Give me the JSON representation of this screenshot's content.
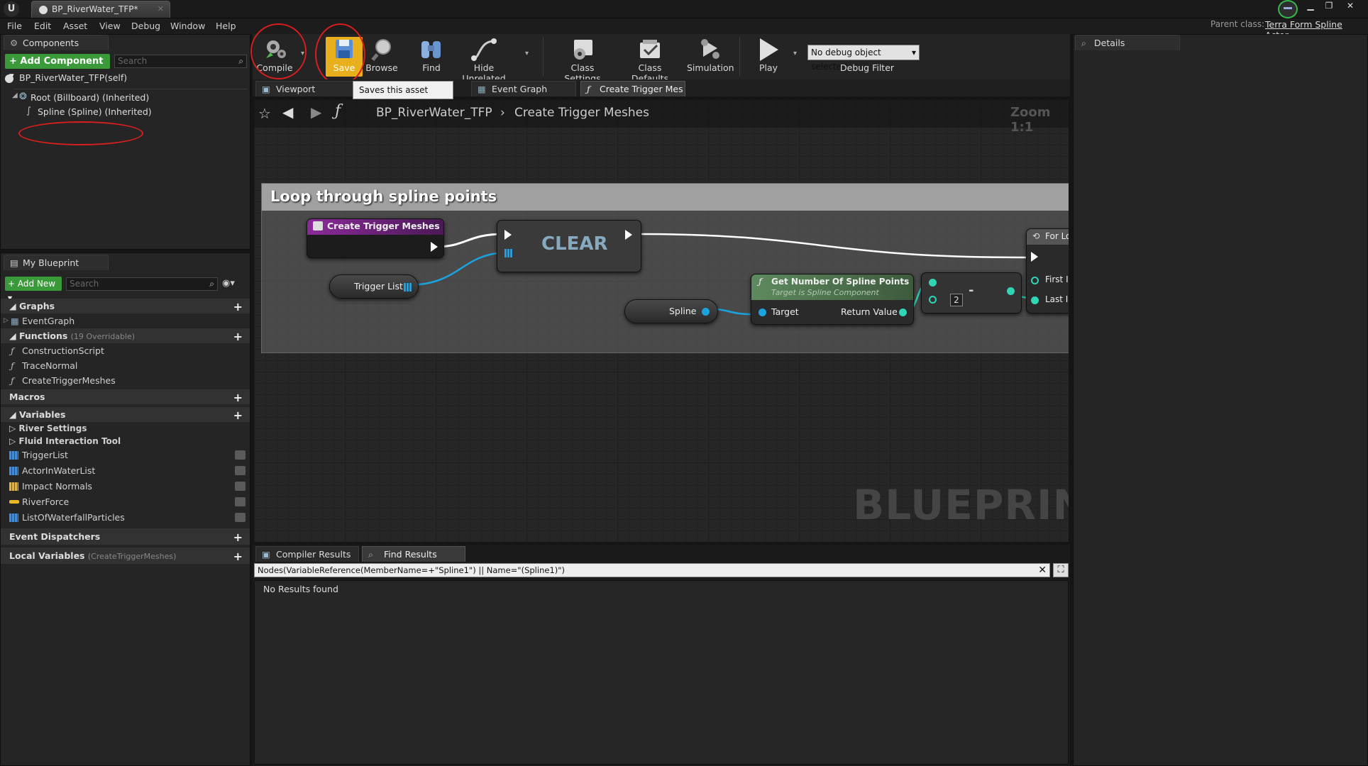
{
  "window": {
    "tab_title": "BP_RiverWater_TFP*",
    "parent_class_label": "Parent class:",
    "parent_class_value": "Terra Form Spline Actor"
  },
  "menu": [
    "File",
    "Edit",
    "Asset",
    "View",
    "Debug",
    "Window",
    "Help"
  ],
  "components": {
    "tab_label": "Components",
    "add_button": "+ Add Component",
    "search_placeholder": "Search",
    "self": "BP_RiverWater_TFP(self)",
    "root": "Root (Billboard) (Inherited)",
    "spline": "Spline (Spline) (Inherited)"
  },
  "my_blueprint": {
    "tab_label": "My Blueprint",
    "add_new": "Add New",
    "search_placeholder": "Search",
    "graphs_label": "Graphs",
    "graphs": [
      "EventGraph"
    ],
    "functions_label": "Functions",
    "functions_overridable": "(19 Overridable)",
    "functions": [
      "ConstructionScript",
      "TraceNormal",
      "CreateTriggerMeshes"
    ],
    "macros_label": "Macros",
    "variables_label": "Variables",
    "variable_categories": [
      "River Settings",
      "Fluid Interaction Tool"
    ],
    "variables": [
      {
        "name": "TriggerList",
        "icon": "array-icon-blue"
      },
      {
        "name": "ActorInWaterList",
        "icon": "array-icon-blue"
      },
      {
        "name": "Impact Normals",
        "icon": "array-icon-yellow"
      },
      {
        "name": "RiverForce",
        "icon": "vector-icon-yellow"
      },
      {
        "name": "ListOfWaterfallParticles",
        "icon": "array-icon-blue"
      }
    ],
    "event_dispatchers_label": "Event Dispatchers",
    "local_variables_label": "Local Variables",
    "local_variables_scope": "(CreateTriggerMeshes)"
  },
  "toolbar": {
    "compile": "Compile",
    "save": "Save",
    "browse": "Browse",
    "find": "Find",
    "hide_unrelated": "Hide Unrelated",
    "class_settings": "Class Settings",
    "class_defaults": "Class Defaults",
    "simulation": "Simulation",
    "play": "Play",
    "debug_object": "No debug object selected",
    "debug_filter": "Debug Filter",
    "save_tooltip": "Saves this asset (Ctrl+S)"
  },
  "editor_tabs": [
    "Viewport",
    "Event Graph",
    "Create Trigger Mes"
  ],
  "graph": {
    "breadcrumb_root": "BP_RiverWater_TFP",
    "breadcrumb_function": "Create Trigger Meshes",
    "zoom": "Zoom 1:1",
    "comment": "Loop through spline points",
    "watermark": "BLUEPRINT",
    "nodes": {
      "entry": "Create Trigger Meshes",
      "clear": "CLEAR",
      "trigger_list": "Trigger List",
      "spline": "Spline",
      "get_points_title": "Get Number Of Spline Points",
      "get_points_subtitle": "Target is Spline Component",
      "target_pin": "Target",
      "return_pin": "Return Value",
      "minus": "-",
      "minus_value": "2",
      "for_loop": "For Lo",
      "first_index": "First I",
      "last_index": "Last I"
    }
  },
  "details": {
    "tab_label": "Details"
  },
  "bottom": {
    "tabs": [
      "Compiler Results",
      "Find Results"
    ],
    "query": "Nodes(VariableReference(MemberName=+\"Spline1\") || Name=\"(Spline1)\")",
    "result": "No Results found"
  }
}
